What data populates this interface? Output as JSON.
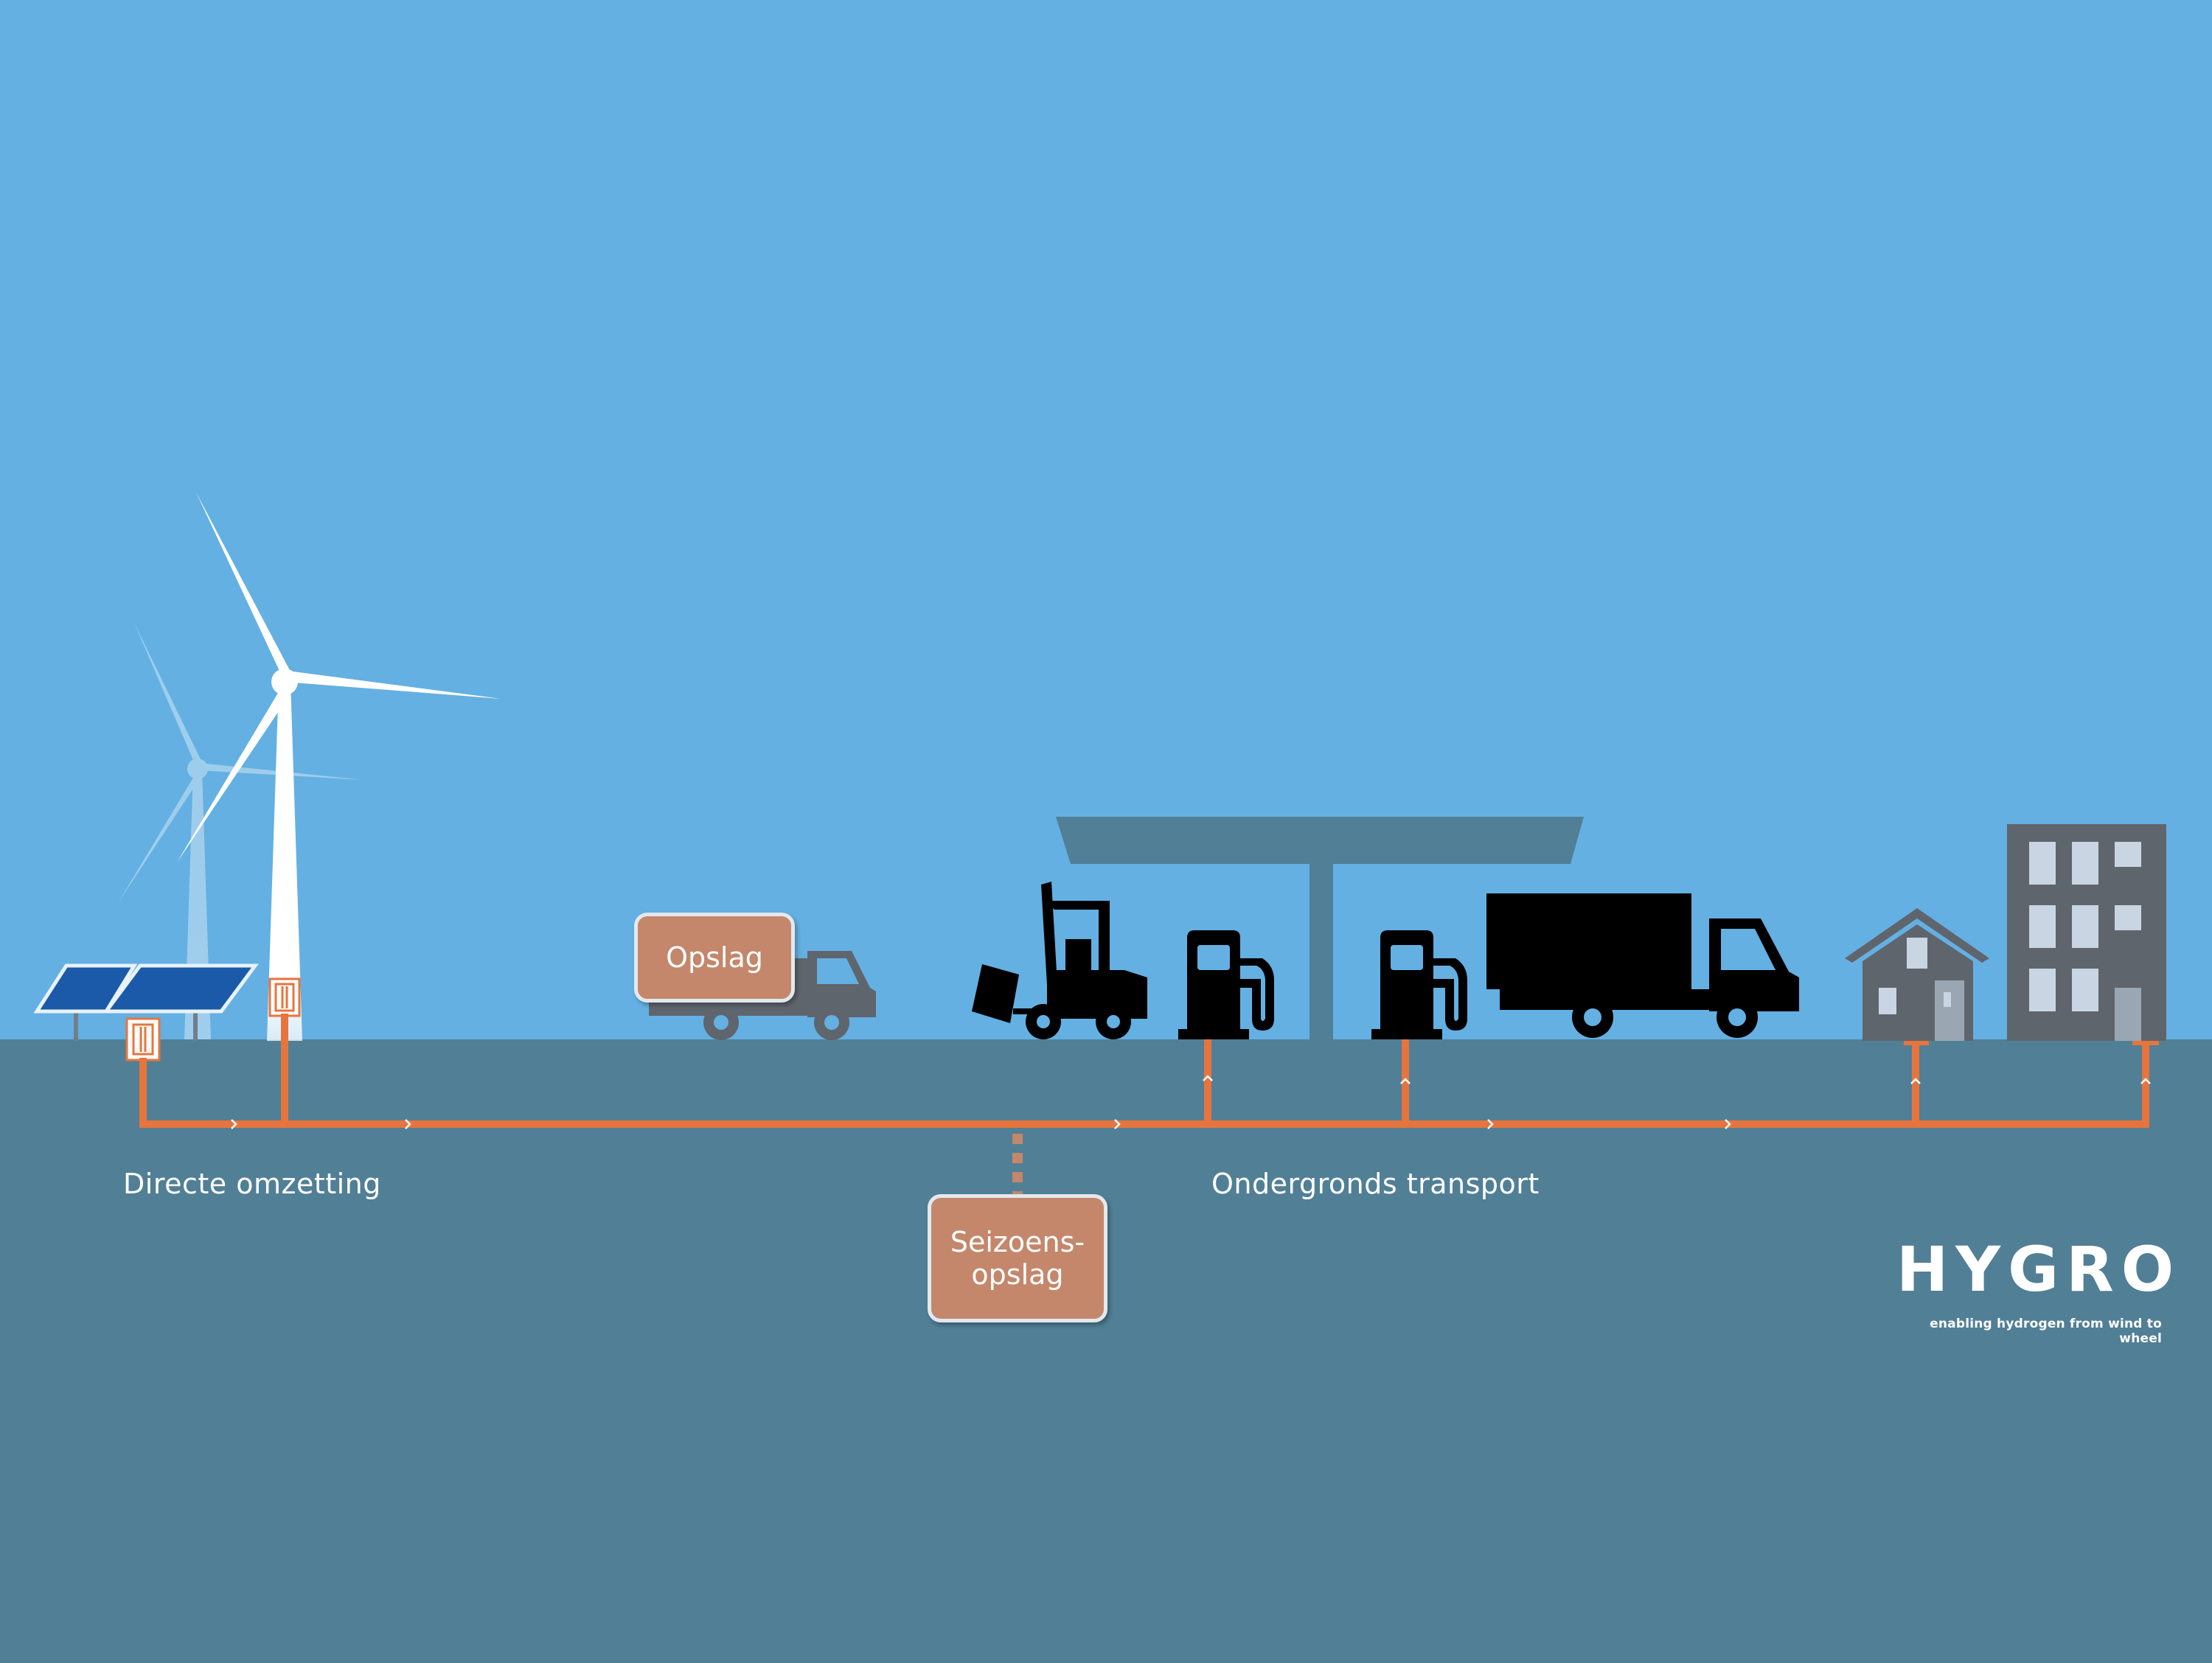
{
  "labels": {
    "direct_conversion": "Directe omzetting",
    "underground_transport": "Ondergronds transport"
  },
  "boxes": {
    "storage": "Opslag",
    "seasonal_storage_line1": "Seizoens-",
    "seasonal_storage_line2": "opslag"
  },
  "brand": {
    "name": "HYGRO",
    "tagline": "enabling hydrogen from wind to wheel"
  },
  "colors": {
    "sky": "#64b0e2",
    "ground": "#517f96",
    "pipeline": "#e8743d",
    "storage_box": "#c4876b",
    "canopy": "#517f96",
    "buildings": "#5f656d",
    "vehicles": "#000000",
    "solar_panel": "#1a5aa8"
  },
  "icons": [
    "solar-panel-icon",
    "wind-turbine-icon",
    "electrolyser-icon",
    "truck-icon",
    "forklift-icon",
    "fuel-pump-icon",
    "lorry-icon",
    "house-icon",
    "apartment-building-icon",
    "pipeline-icon"
  ]
}
